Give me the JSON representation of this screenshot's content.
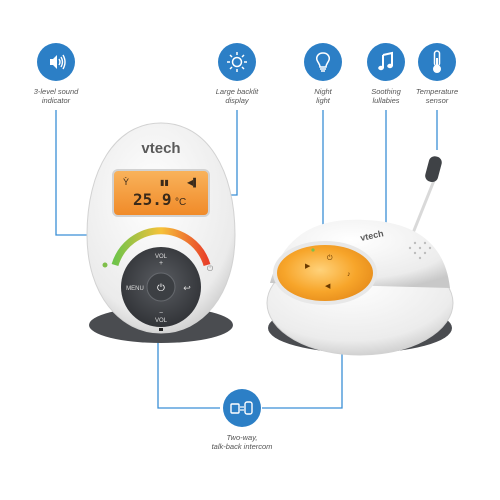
{
  "features": {
    "sound": {
      "label1": "3-level sound",
      "label2": "indicator",
      "icon": "speaker-icon"
    },
    "backlit": {
      "label1": "Large backlit",
      "label2": "display",
      "icon": "sun-icon"
    },
    "nightlight": {
      "label1": "Night",
      "label2": "light",
      "icon": "lightbulb-icon"
    },
    "lullabies": {
      "label1": "Soothing",
      "label2": "lullabies",
      "icon": "music-note-icon"
    },
    "temperature": {
      "label1": "Temperature",
      "label2": "sensor",
      "icon": "thermometer-icon"
    },
    "intercom": {
      "label1": "Two-way,",
      "label2": "talk-back intercom",
      "icon": "intercom-icon"
    }
  },
  "parent_unit": {
    "brand": "vtech",
    "display_temp": "25.9",
    "display_unit": "°C",
    "btn_menu": "MENU",
    "btn_vol_up": "VOL",
    "btn_vol_down": "VOL"
  },
  "baby_unit": {
    "brand": "vtech"
  },
  "colors": {
    "accent_blue": "#2c7fc6",
    "display_orange": "#f59a3c",
    "nightlight_amber": "#f7a52a"
  }
}
